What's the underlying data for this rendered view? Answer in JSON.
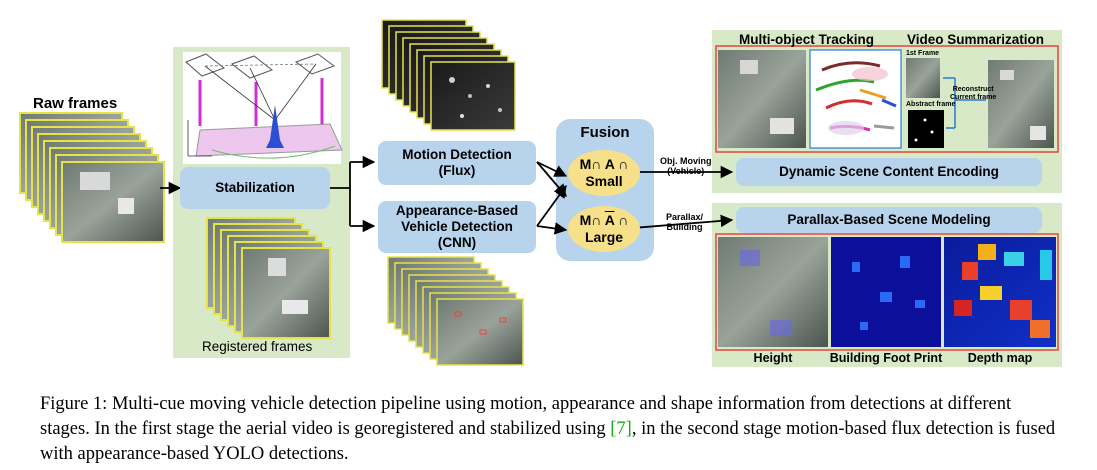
{
  "raw_frames_label": "Raw frames",
  "stabilization_label": "Stabilization",
  "registered_frames_label": "Registered frames",
  "motion_detection": {
    "line1": "Motion Detection",
    "line2": "(Flux)"
  },
  "appearance_detection": {
    "line1": "Appearance-Based",
    "line2": "Vehicle Detection",
    "line3": "(CNN)"
  },
  "fusion": {
    "title": "Fusion",
    "small": {
      "line1": "M∩ A ∩",
      "line2": "Small"
    },
    "large": {
      "line1_prefix": "M∩ ",
      "line1_bar": "A",
      "line1_suffix": " ∩",
      "line2": "Large"
    }
  },
  "obj_moving": {
    "line1": "Obj. Moving",
    "line2": "(Vehicle)"
  },
  "parallax_building": {
    "line1": "Parallax/",
    "line2": "Building"
  },
  "top_right": {
    "mot_title": "Multi-object Tracking",
    "vs_title": "Video Summarization",
    "first_frame": "1st Frame",
    "abstract_frame": "Abstract frame",
    "reconstruct": "Reconstruct",
    "current_frame": "Current frame",
    "encoding_label": "Dynamic Scene Content Encoding"
  },
  "bottom_right": {
    "modeling_label": "Parallax-Based Scene Modeling",
    "height_label": "Height",
    "footprint_label": "Building Foot Print",
    "depth_label": "Depth map"
  },
  "caption": {
    "text_before_cite": "Figure 1: Multi-cue moving vehicle detection pipeline using motion, appearance and shape information from detections at different stages. In the first stage the aerial video is georegistered and stabilized using ",
    "cite": "[7]",
    "text_after_cite": ", in the second stage motion-based flux detection is fused with appearance-based YOLO detections."
  },
  "colors": {
    "panel_green": "#d8e9c7",
    "box_blue": "#b7d4ec",
    "oval_yellow": "#f7e08a",
    "frame_border": "#e6e24a",
    "red_border": "#e5453a",
    "cite_green": "#1aa51a"
  }
}
